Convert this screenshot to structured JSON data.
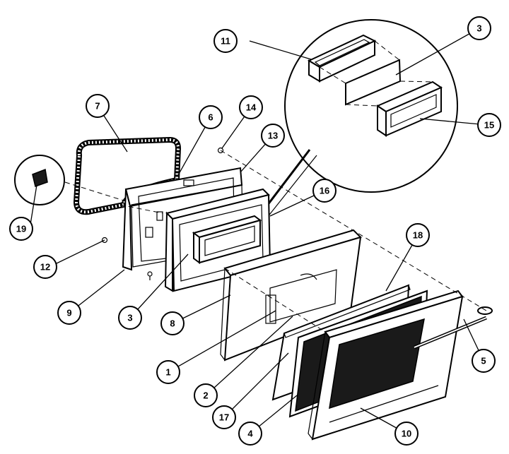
{
  "diagram": {
    "callouts": [
      "1",
      "2",
      "3",
      "3",
      "4",
      "5",
      "6",
      "7",
      "8",
      "9",
      "10",
      "11",
      "12",
      "13",
      "14",
      "15",
      "16",
      "17",
      "18",
      "19"
    ]
  }
}
